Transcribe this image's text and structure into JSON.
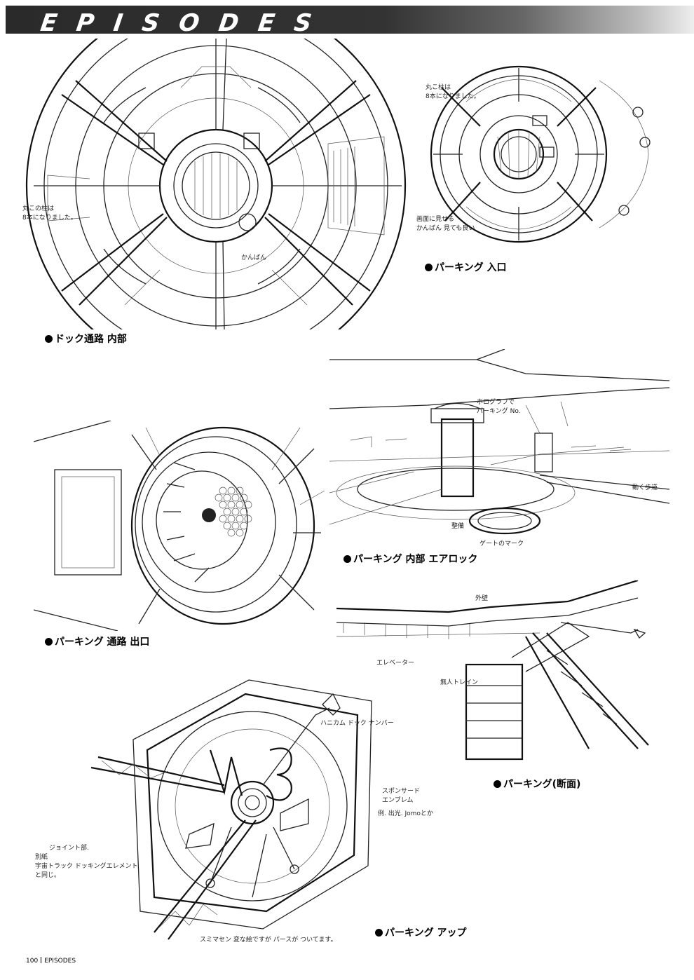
{
  "header": {
    "title": "EPISODES"
  },
  "captions": {
    "dock_passage_interior": "ドック通路 内部",
    "parking_entrance": "パーキング 入口",
    "parking_interior_airlock": "パーキング 内部 エアロック",
    "parking_passage_exit": "パーキング 通路 出口",
    "parking_cross_section": "パーキング(断面)",
    "parking_closeup": "パーキング アップ"
  },
  "notes": {
    "dock_pillar": "丸この柱は\n8本になりました。",
    "dock_sign": "かんばん",
    "entrance_top": "丸こ柱は\n8本になりました。",
    "entrance_left": "画面に見せる\nかんばん 見ても良い",
    "hologram": "ホログラフで\nパーキング No.",
    "walkway": "動く歩道",
    "maintenance": "整備",
    "air_lock_mark": "ゲートのマーク",
    "outer_wall": "外壁",
    "elevator": "エレベーター",
    "unmanned_train": "無人トレイン",
    "honeycomb_number": "ハニカム ドック ナンバー",
    "sponsor": "スポンサード\nエンブレム",
    "sponsor_example": "例. 出光. Jomoとか",
    "joint": "ジョイント部.",
    "joint_detail": "別紙\n宇宙トラック ドッキングエレメント\nと同じ。",
    "apology": "スミマセン 変な絵ですが パースが ついてます。"
  },
  "footer": {
    "page_number": "100",
    "section": "EPISODES"
  }
}
